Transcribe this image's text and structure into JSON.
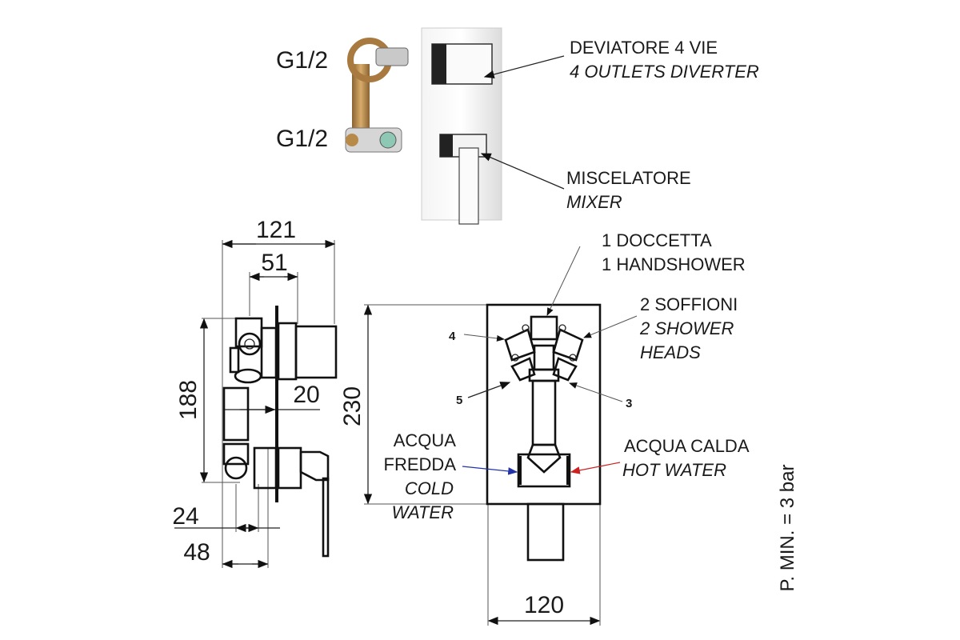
{
  "photo": {
    "inlet_top": "G1/2",
    "inlet_bottom": "G1/2"
  },
  "labels": {
    "diverter_it": "DEVIATORE 4 VIE",
    "diverter_en": "4 OUTLETS DIVERTER",
    "mixer_it": "MISCELATORE",
    "mixer_en": "MIXER",
    "handshower_it": "1 DOCCETTA",
    "handshower_en": "1 HANDSHOWER",
    "showerheads_it": "2 SOFFIONI",
    "showerheads_en_1": "2 SHOWER",
    "showerheads_en_2": "HEADS",
    "cold_it_1": "ACQUA",
    "cold_it_2": "FREDDA",
    "cold_en_1": "COLD",
    "cold_en_2": "WATER",
    "hot_it": "ACQUA CALDA",
    "hot_en": "HOT WATER",
    "pressure": "P. MIN. = 3 bar",
    "outlet_3": "3",
    "outlet_4": "4",
    "outlet_5": "5"
  },
  "dimensions": {
    "total_depth": "121",
    "handle_depth": "51",
    "plate_offset": "20",
    "body_height": "188",
    "min_depth": "24",
    "max_depth": "48",
    "plate_height": "230",
    "plate_width": "120"
  },
  "colors": {
    "cold_arrow": "#2233aa",
    "hot_arrow": "#cc2222",
    "brass": "#b8894a"
  }
}
